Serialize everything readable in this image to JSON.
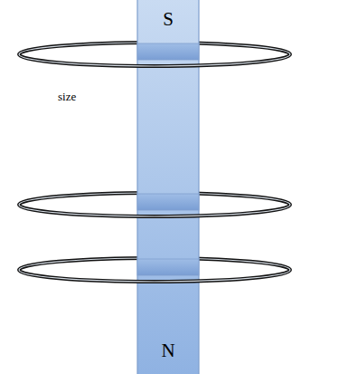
{
  "diagram": {
    "nodes": [
      {
        "text": [
          "S",
          "N"
        ]
      }
    ],
    "labels": [
      "size"
    ]
  }
}
